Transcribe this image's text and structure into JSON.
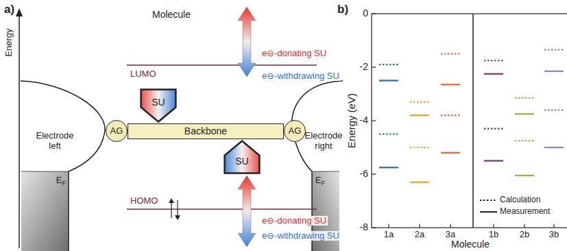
{
  "diagram": {
    "nodes": [
      {
        "text": [
          "Electrode left"
        ]
      },
      {
        "text": [
          "Electrode right"
        ]
      },
      {
        "text": [
          "AG"
        ]
      },
      {
        "text": [
          "Backbone"
        ]
      },
      {
        "text": [
          "AG"
        ]
      },
      {
        "text": [
          "SU"
        ]
      },
      {
        "text": [
          "SU"
        ]
      }
    ],
    "labels": [
      "a)",
      "Molecule",
      "LUMO",
      "e⊖-donating SU",
      "e⊖-withdrawing SU",
      "HOMO",
      "e⊖-donating SU",
      "e⊖-withdrawing SU",
      "EF",
      "EF",
      "Energy",
      "b)",
      "0",
      "-2",
      "-4",
      "-6",
      "-8",
      "Energy (eV)",
      "1a",
      "2a",
      "3a",
      "1b",
      "2b",
      "3b",
      "Molecule"
    ],
    "legend": [
      {
        "text": "Calculation"
      },
      {
        "text": "Measurement"
      }
    ]
  }
}
